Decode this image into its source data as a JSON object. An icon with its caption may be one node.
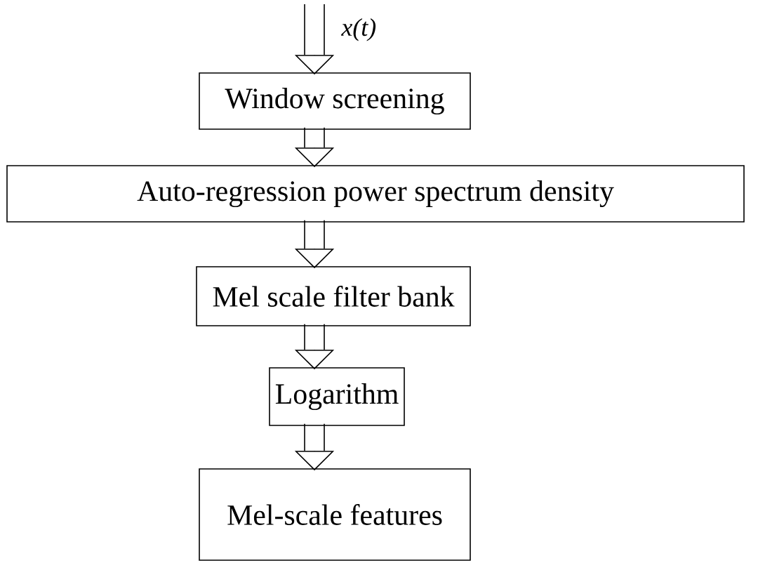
{
  "diagram": {
    "nodes": [
      {
        "text": [
          "Window screening"
        ]
      },
      {
        "text": [
          "Auto-regression power spectrum density"
        ]
      },
      {
        "text": [
          "Mel scale filter bank"
        ]
      },
      {
        "text": [
          "Logarithm"
        ]
      },
      {
        "text": [
          "Mel-scale features"
        ]
      }
    ],
    "edges": [
      {
        "from": null,
        "to": 0,
        "arrow": "to",
        "label": "x(t)"
      },
      {
        "from": 0,
        "to": 1,
        "arrow": "to"
      },
      {
        "from": 1,
        "to": 2,
        "arrow": "to"
      },
      {
        "from": 2,
        "to": 3,
        "arrow": "to"
      },
      {
        "from": 3,
        "to": 4,
        "arrow": "to"
      }
    ]
  }
}
